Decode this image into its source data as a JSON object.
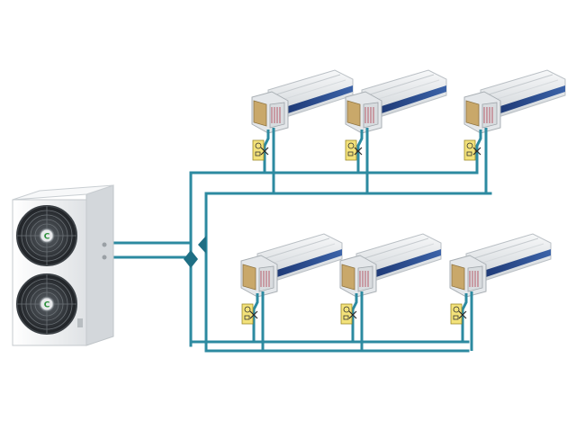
{
  "diagram": {
    "outdoor_unit": {
      "icon": "outdoor-condenser-icon",
      "fan_count": 2,
      "emblem_text": "C"
    },
    "indoor_units": [
      {
        "icon": "ducted-fan-coil-icon",
        "row": "upper",
        "index": 1
      },
      {
        "icon": "ducted-fan-coil-icon",
        "row": "upper",
        "index": 2
      },
      {
        "icon": "ducted-fan-coil-icon",
        "row": "upper",
        "index": 3
      },
      {
        "icon": "ducted-fan-coil-icon",
        "row": "lower",
        "index": 1
      },
      {
        "icon": "ducted-fan-coil-icon",
        "row": "lower",
        "index": 2
      },
      {
        "icon": "ducted-fan-coil-icon",
        "row": "lower",
        "index": 3
      }
    ],
    "valve_icon": "control-valve-icon",
    "colors": {
      "pipe": "#2c8aa0",
      "pipe_dark": "#1f6f84",
      "unit_body": "#e9ecef",
      "unit_stripe": "#2d4a8a",
      "valve_box": "#f3e27a",
      "outdoor_body": "#f2f3f4",
      "fan_dark": "#2e3236"
    }
  }
}
